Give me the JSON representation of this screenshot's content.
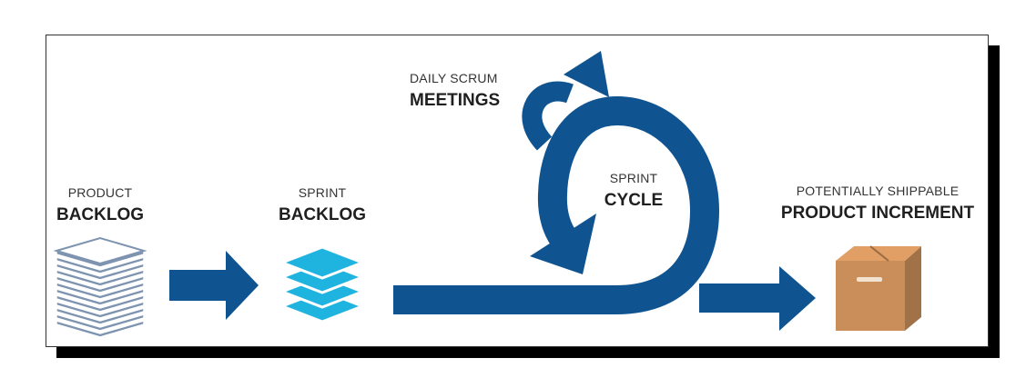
{
  "colors": {
    "arrow": "#0f5490",
    "product_backlog_stack": "#7d93b0",
    "sprint_backlog_stack": "#1fb4df",
    "box": "#c98e5a",
    "text": "#1f1f1f"
  },
  "labels": {
    "daily_small": "DAILY SCRUM",
    "daily_big": "MEETINGS",
    "product_small": "PRODUCT",
    "product_big": "BACKLOG",
    "sprint_small": "SPRINT",
    "sprint_big": "BACKLOG",
    "cycle_small": "SPRINT",
    "cycle_big": "CYCLE",
    "increment_small": "POTENTIALLY SHIPPABLE",
    "increment_big": "PRODUCT INCREMENT"
  },
  "icons": {
    "product_backlog": "stack-of-papers-icon",
    "sprint_backlog": "layered-stack-icon",
    "increment": "cardboard-box-icon"
  }
}
